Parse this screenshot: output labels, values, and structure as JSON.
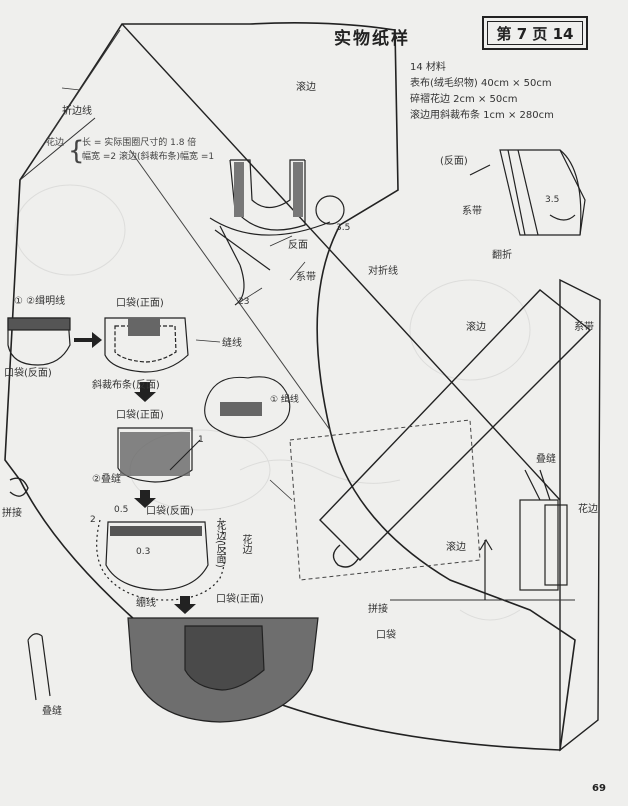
{
  "title": "实物纸样",
  "page_ref": "第 7 页 14",
  "materials": {
    "heading": "14 材料",
    "lines": [
      "表布(绒毛织物) 40cm × 50cm",
      "碎褶花边 2cm × 50cm",
      "滚边用斜裁布条 1cm × 280cm"
    ]
  },
  "ruffle_note": {
    "label": "花边",
    "lines": [
      "长 = 实际围圈尺寸的 1.8 倍",
      "幅宽 =2 滚边(斜裁布条)幅宽 =1"
    ]
  },
  "labels": {
    "fold_line_top": "折边线",
    "binding_top": "滚边",
    "back_side_bib": "反面",
    "tie_bib": "系带",
    "num_35": "3.5",
    "num_23": "23",
    "center_fold": "对折线",
    "back_side_detail": "(反面)",
    "tie_detail": "系带",
    "num_35_detail": "3.5",
    "fold_over": "翻折",
    "binding_mid": "滚边",
    "tie_right": "系带",
    "step1_nums": "① ②缉明线",
    "pocket_back_1": "口袋(反面)",
    "pocket_front_2": "口袋(正面)",
    "seam_line": "缝线",
    "bias_strip_back": "斜裁布条(反面)",
    "pocket_front_3": "口袋(正面)",
    "stitch_circle": "① 缉线",
    "num_1": "1",
    "overlap_stitch_1": "②叠缝",
    "num_2": "2",
    "num_05": "0.5",
    "pocket_back_4": "口袋(反面)",
    "num_03": "0.3",
    "ruffle_back": "花边(反面)",
    "ruffle_label": "花边",
    "baste_line": "绷线",
    "pocket_front_5": "口袋(正面)",
    "join_left": "拼接",
    "overlap_stitch_left": "叠缝",
    "overlap_stitch_right": "叠缝",
    "ruffle_right": "花边",
    "binding_bottom": "滚边",
    "join_bottom": "拼接",
    "pocket_bottom": "口袋"
  },
  "page_number": "69"
}
